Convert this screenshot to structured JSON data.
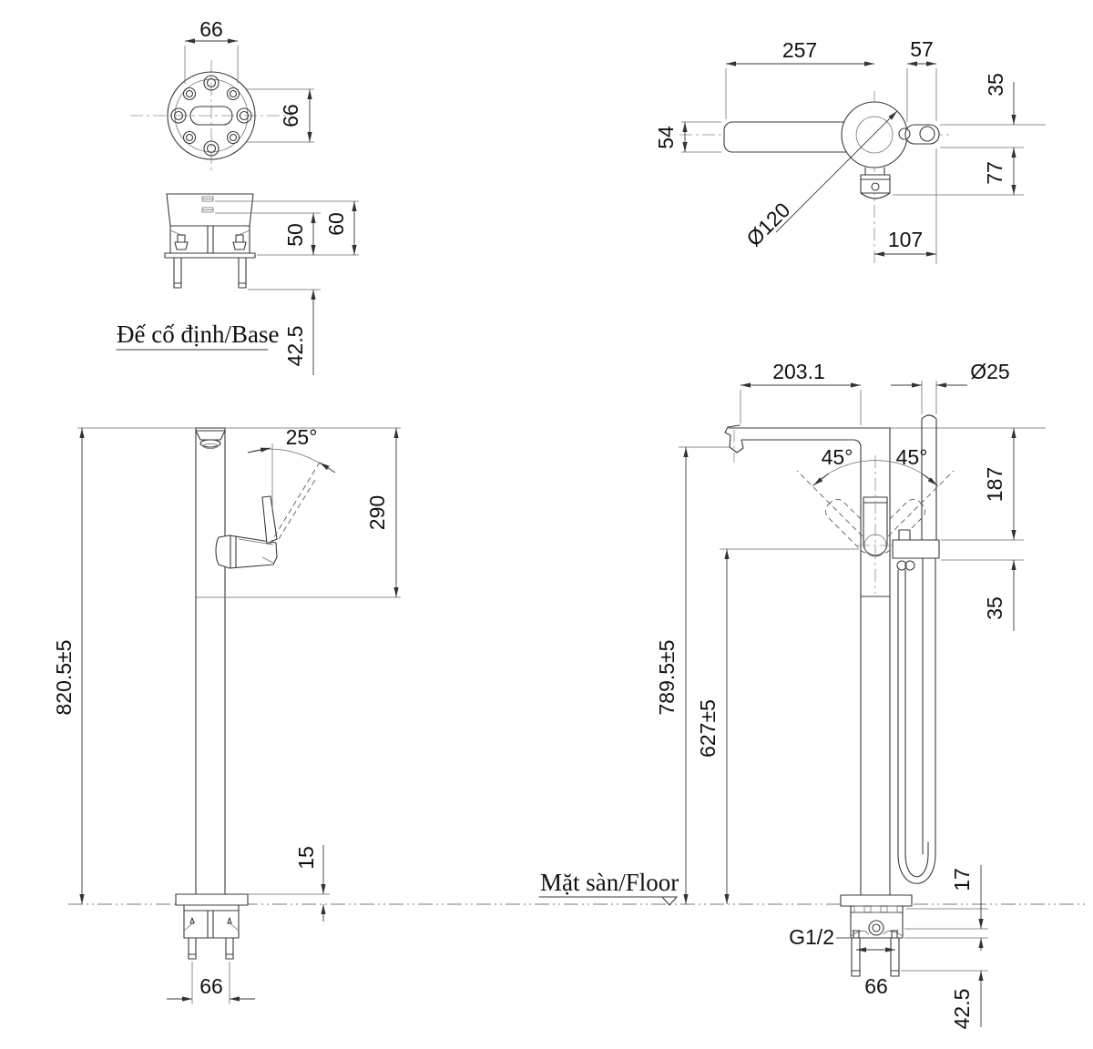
{
  "drawing": {
    "background": "#ffffff",
    "line_color": "#3a3a3a",
    "views": {
      "base_top": {
        "dim_width": "66",
        "dim_height": "66"
      },
      "base_side": {
        "dim_body_height": "50",
        "dim_total_height": "60",
        "dim_stud_depth": "42.5",
        "caption": "Đế cố định/Base"
      },
      "faucet_top": {
        "dim_spout_length": "257",
        "dim_handle_length": "57",
        "dim_handle_width": "35",
        "dim_spout_width": "54",
        "dim_holder_offset": "77",
        "dim_handle_reach": "107",
        "dim_base_diameter": "Ø120"
      },
      "faucet_front": {
        "dim_handle_angle": "25°",
        "dim_spout_drop": "290",
        "dim_total_height": "820.5±5",
        "dim_flange_height": "15",
        "dim_bolt_spacing": "66"
      },
      "faucet_side": {
        "dim_spout_reach": "203.1",
        "dim_hand_shower_diameter": "Ø25",
        "dim_swivel_left": "45°",
        "dim_swivel_right": "45°",
        "dim_spout_to_holder": "187",
        "dim_holder_band": "35",
        "dim_outlet_height": "789.5±5",
        "dim_handle_height": "627±5",
        "floor_label_vn": "Mặt sàn/",
        "floor_label_en": "Floor",
        "connection_thread": "G1/2",
        "dim_bolt_spacing": "66",
        "dim_floor_band": "17",
        "dim_under_floor_depth": "42.5"
      }
    }
  }
}
